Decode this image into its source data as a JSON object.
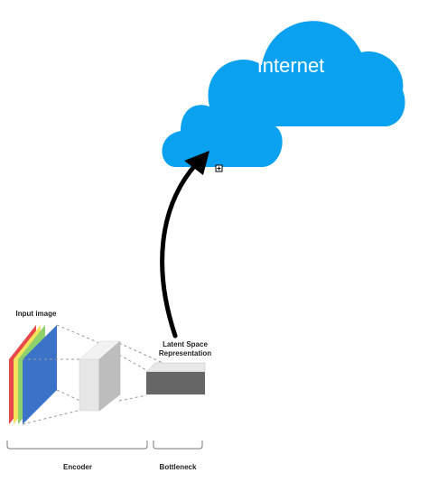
{
  "cloud": {
    "label": "Internet",
    "fill": "#0aa2f0"
  },
  "labels": {
    "input_image": "Input image",
    "latent_line1": "Latent Space",
    "latent_line2": "Representation",
    "encoder": "Encoder",
    "bottleneck": "Bottleneck"
  },
  "colors": {
    "image_red": "#e8474b",
    "image_yellow": "#f2e35a",
    "image_green": "#8fd16a",
    "image_blue": "#3a73c8",
    "box_light": "#e3e3e3",
    "box_dark": "#666666",
    "arrow": "#000000"
  },
  "icons": {
    "anchor": "plus-square-icon"
  }
}
